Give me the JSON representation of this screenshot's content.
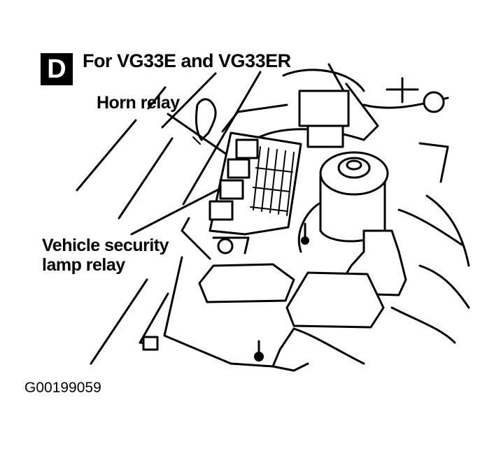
{
  "figure": {
    "panel_letter": "D",
    "title": "For VG33E and VG33ER",
    "labels": {
      "horn_relay": "Horn relay",
      "security_lamp_relay_line1": "Vehicle security",
      "security_lamp_relay_line2": "lamp relay"
    },
    "figure_code": "G00199059"
  }
}
